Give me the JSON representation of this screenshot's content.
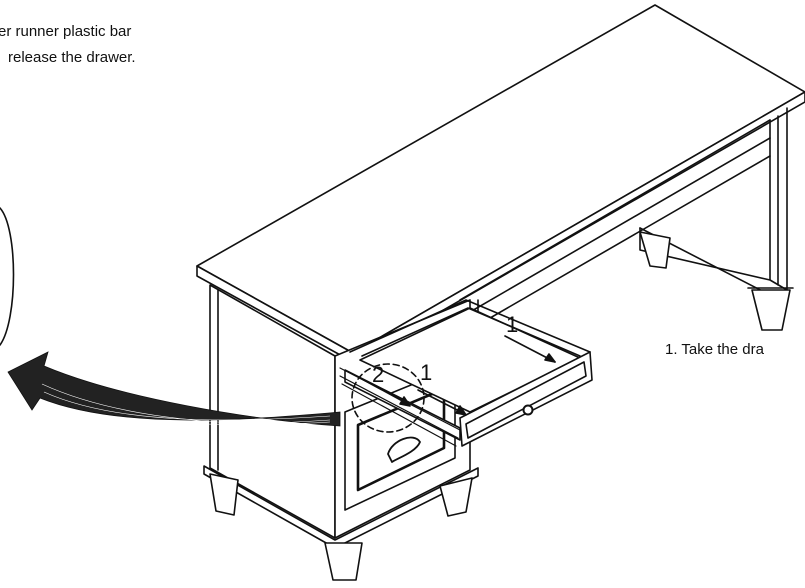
{
  "instructions": {
    "top_line_1": "er runner plastic bar",
    "top_line_2": "release the drawer.",
    "right_line": "1. Take the dra"
  },
  "step_markers": {
    "drawer_top": "1",
    "runner_side": "1",
    "runner_release": "2"
  },
  "colors": {
    "line": "#111111",
    "background": "#ffffff",
    "arrow_fill": "#222222"
  },
  "icons": {
    "handle": "drawer-pull-handle-icon",
    "knob": "drawer-knob-icon"
  }
}
